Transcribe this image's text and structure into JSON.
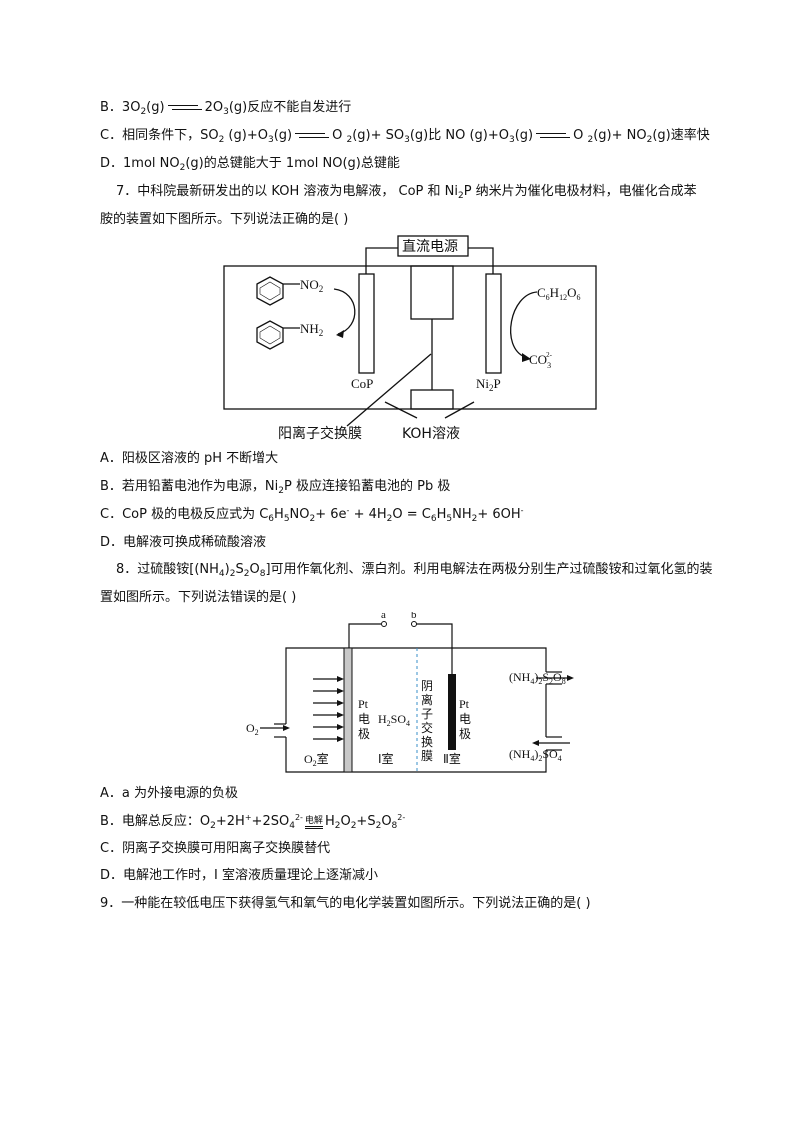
{
  "q6": {
    "optB": {
      "prefix": "B．3O",
      "sub1": "2",
      "mid": "(g)",
      "right": "2O",
      "sub2": "3",
      "tail": "(g)反应不能自发进行"
    },
    "optC": {
      "prefix": "C．相同条件下，SO",
      "s1": "2",
      "p2": " (g)+O",
      "s2": "3",
      "p3": "(g)",
      "p4": "O ",
      "s4": "2",
      "p5": "(g)+ SO",
      "s5": "3",
      "p6": "(g)比 NO (g)+O",
      "s6": "3",
      "p7": "(g)",
      "p8": "O ",
      "s8": "2",
      "p9": "(g)+ NO",
      "s9": "2",
      "p10": "(g)速率快"
    },
    "optD": {
      "prefix": "D．1mol NO",
      "s1": "2",
      "tail": "(g)的总键能大于 1mol NO(g)总键能"
    }
  },
  "q7": {
    "stem_line1_a": "7．中科院最新研发出的以 KOH 溶液为电解液， CoP 和 Ni",
    "stem_line1_sub": "2",
    "stem_line1_b": "P 纳米片为催化电极材料，电催化合成苯",
    "stem_line2": "胺的装置如下图所示。下列说法正确的是(        )",
    "figure": {
      "power": "直流电源",
      "reactant_left": "NO",
      "reactant_left_sub": "2",
      "product_left": "NH",
      "product_left_sub": "2",
      "electrode_left": "CoP",
      "electrode_right": "Ni",
      "electrode_right_sub": "2",
      "electrode_right_tail": "P",
      "reactant_right": "C6H12O6",
      "product_right": "CO3 2-",
      "membrane_label": "阳离子交换膜",
      "solution_label": "KOH溶液"
    },
    "options": {
      "A": "A．阳极区溶液的 pH 不断增大",
      "B_a": "B．若用铅蓄电池作为电源，Ni",
      "B_sub": "2",
      "B_b": "P  极应连接铅蓄电池的 Pb 极",
      "C_a": "C．CoP 极的电极反应式为 C",
      "C_s1": "6",
      "C_b": "H",
      "C_s2": "5",
      "C_c": "NO",
      "C_s3": "2",
      "C_d": "+ 6e",
      "C_sup1": "-",
      "C_e": " + 4H",
      "C_s4": "2",
      "C_f": "O = C",
      "C_s5": "6",
      "C_g": "H",
      "C_s6": "5",
      "C_h": "NH",
      "C_s7": "2",
      "C_i": "+ 6OH",
      "C_sup2": "-",
      "D": "D．电解液可换成稀硫酸溶液"
    }
  },
  "q8": {
    "stem_line1_a": "8．过硫酸铵[(NH",
    "s1": "4",
    "stem_line1_b": ")",
    "s2": "2",
    "stem_line1_c": "S",
    "s3": "2",
    "stem_line1_d": "O",
    "s4": "8",
    "stem_line1_e": "]可用作氧化剂、漂白剂。利用电解法在两极分别生产过硫酸铵和过氧化氢的装",
    "stem_line2": "置如图所示。下列说法错误的是(        )",
    "figure": {
      "terminal_a": "a",
      "terminal_b": "b",
      "o2_in": "O2",
      "o2_room": "O2室",
      "pt_left": "Pt",
      "pt_left_2": "电",
      "pt_left_3": "极",
      "h2so4": "H2SO4",
      "room1": "Ⅰ室",
      "membrane": [
        "阴",
        "离",
        "子",
        "交",
        "换",
        "膜"
      ],
      "pt_right": "Pt",
      "pt_right_2": "电",
      "pt_right_3": "极",
      "room2": "Ⅱ室",
      "out_product": "(NH4)2S2O8",
      "in_reactant": "(NH4)2SO4"
    },
    "options": {
      "A": "A．a 为外接电源的负极",
      "B_a": "B．电解总反应：O",
      "B_s1": "2",
      "B_b": "+2H",
      "B_sup1": "+",
      "B_c": "+2SO",
      "B_s2": "4",
      "B_sup2": "2-",
      "B_cond": "电解",
      "B_d": "H",
      "B_s3": "2",
      "B_e": "O",
      "B_s4": "2",
      "B_f": "+S",
      "B_s5": "2",
      "B_g": "O",
      "B_s6": "8",
      "B_sup3": "2-",
      "C": "C．阴离子交换膜可用阳离子交换膜替代",
      "D": "D．电解池工作时，I 室溶液质量理论上逐渐减小"
    }
  },
  "q9": {
    "stem": "9．一种能在较低电压下获得氢气和氧气的电化学装置如图所示。下列说法正确的是(        )"
  }
}
